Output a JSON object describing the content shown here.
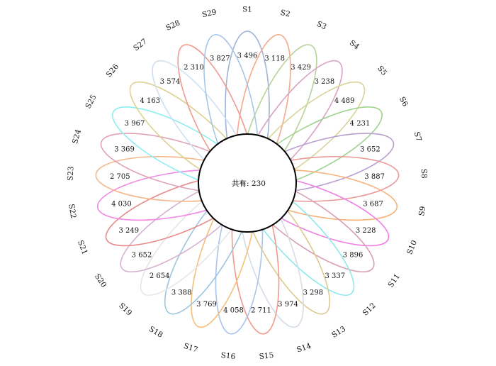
{
  "diagram": {
    "type": "flower-venn",
    "center_label": "共有: 230",
    "petals": [
      {
        "sample": "S1",
        "count": "3 496",
        "color": "#9fb2d8"
      },
      {
        "sample": "S2",
        "count": "3 118",
        "color": "#f4a98c"
      },
      {
        "sample": "S3",
        "count": "3 429",
        "color": "#b9d29a"
      },
      {
        "sample": "S4",
        "count": "3 238",
        "color": "#d9a3c4"
      },
      {
        "sample": "S5",
        "count": "4 489",
        "color": "#d8d49a"
      },
      {
        "sample": "S6",
        "count": "4 231",
        "color": "#9fd38f"
      },
      {
        "sample": "S7",
        "count": "3 652",
        "color": "#b99fcf"
      },
      {
        "sample": "S8",
        "count": "3 887",
        "color": "#e89a9a"
      },
      {
        "sample": "S9",
        "count": "3 687",
        "color": "#f5b27c"
      },
      {
        "sample": "S10",
        "count": "3 228",
        "color": "#ee7fe6"
      },
      {
        "sample": "S11",
        "count": "3 896",
        "color": "#d9a0b4"
      },
      {
        "sample": "S12",
        "count": "3 337",
        "color": "#8fe8ea"
      },
      {
        "sample": "S13",
        "count": "3 298",
        "color": "#dcc98f"
      },
      {
        "sample": "S14",
        "count": "3 974",
        "color": "#d4dce8"
      },
      {
        "sample": "S15",
        "count": "2 711",
        "color": "#f29a8c"
      },
      {
        "sample": "S16",
        "count": "4 058",
        "color": "#aac4ea"
      },
      {
        "sample": "S17",
        "count": "3 769",
        "color": "#f6c07a"
      },
      {
        "sample": "S18",
        "count": "3 388",
        "color": "#9cc6e0"
      },
      {
        "sample": "S19",
        "count": "2 654",
        "color": "#e6e6e6"
      },
      {
        "sample": "S20",
        "count": "3 652",
        "color": "#d6b2d2"
      },
      {
        "sample": "S21",
        "count": "3 249",
        "color": "#e68a8a"
      },
      {
        "sample": "S22",
        "count": "4 030",
        "color": "#f28ae4"
      },
      {
        "sample": "S23",
        "count": "2 705",
        "color": "#f4b88c"
      },
      {
        "sample": "S24",
        "count": "3 369",
        "color": "#e0a2b6"
      },
      {
        "sample": "S25",
        "count": "3 967",
        "color": "#8eeef0"
      },
      {
        "sample": "S26",
        "count": "4 163",
        "color": "#dcd290"
      },
      {
        "sample": "S27",
        "count": "3 574",
        "color": "#cfe0f0"
      },
      {
        "sample": "S28",
        "count": "2 310",
        "color": "#ee9a8e"
      },
      {
        "sample": "S29",
        "count": "3 827",
        "color": "#a6c6e8"
      }
    ]
  }
}
